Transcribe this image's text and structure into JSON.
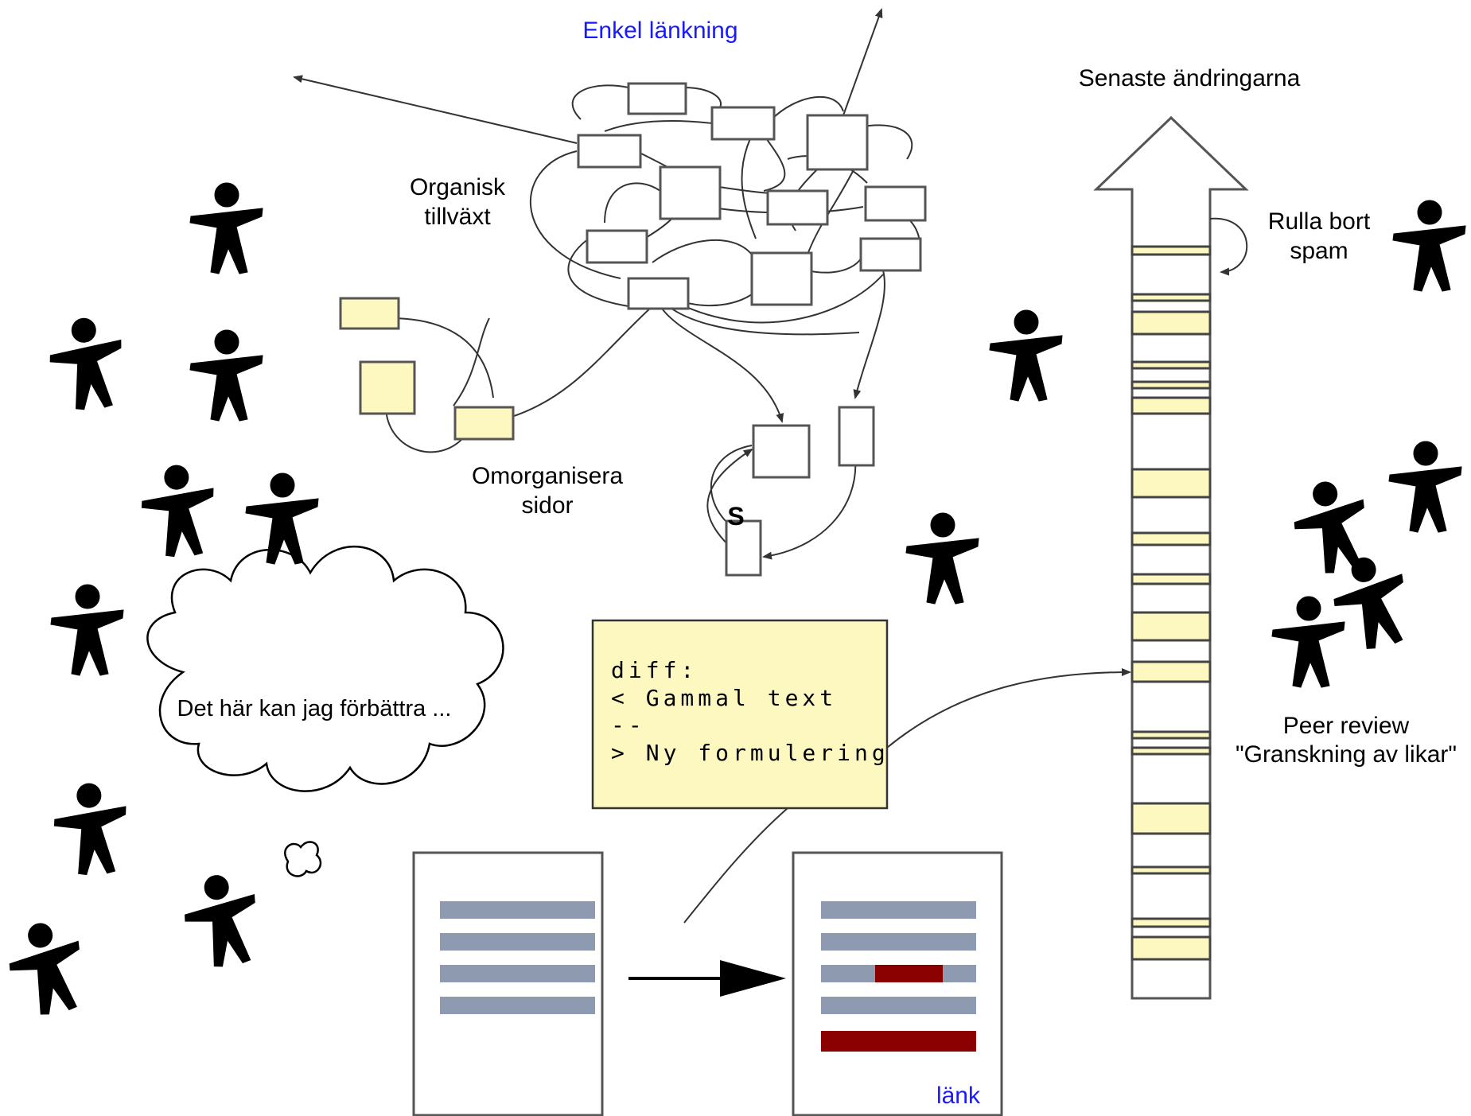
{
  "labels": {
    "simple_linking": "Enkel länkning",
    "organic_growth_1": "Organisk",
    "organic_growth_2": "tillväxt",
    "reorganize_1": "Omorganisera",
    "reorganize_2": "sidor",
    "s_marker": "S",
    "recent_changes": "Senaste ändringarna",
    "rollback_1": "Rulla bort",
    "rollback_2": "spam",
    "peer_review_1": "Peer review",
    "peer_review_2": "\"Granskning av likar\"",
    "thought": "Det här kan jag förbättra ...",
    "link": "länk"
  },
  "diff_note": {
    "line1": "diff:",
    "line2": "< Gammal text",
    "line3": "--",
    "line4": "> Ny formulering"
  },
  "colors": {
    "highlight_yellow": "#fdf7c0",
    "doc_line": "#8d9ab0",
    "doc_change": "#8b0000",
    "link_blue": "#1a1aff"
  }
}
